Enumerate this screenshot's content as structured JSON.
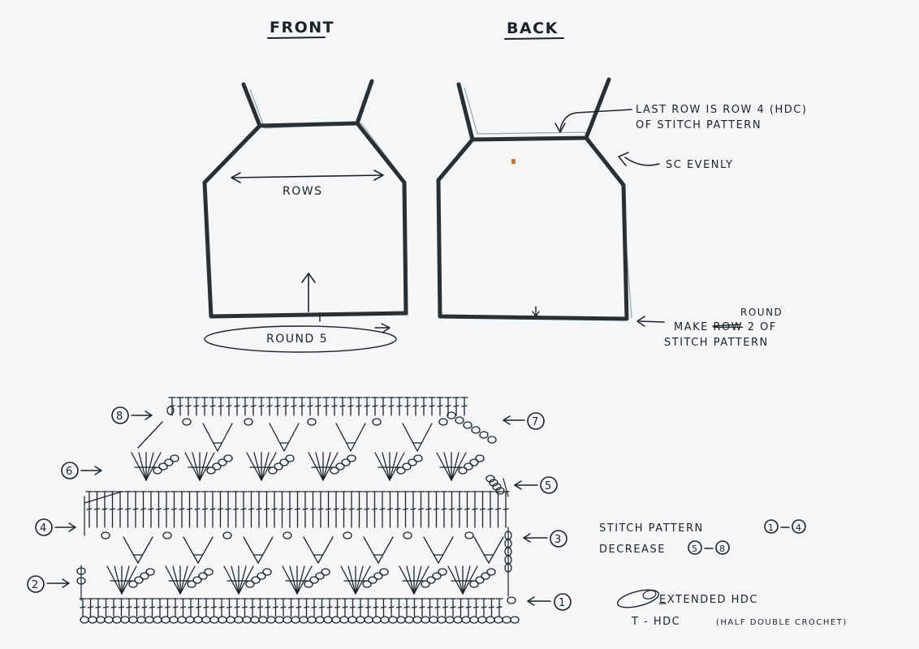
{
  "headings": {
    "front": "FRONT",
    "back": "BACK"
  },
  "front_labels": {
    "rows": "ROWS",
    "round": "ROUND 5"
  },
  "back_labels": {
    "last_row": "LAST ROW IS ROW 4 (HDC)",
    "last_row_2": "OF STITCH PATTERN",
    "sc_evenly": "SC EVENLY",
    "round_insert": "ROUND",
    "make_row_a": "MAKE ",
    "make_row_struck": "ROW",
    "make_row_b": " 2 OF",
    "make_row_2": "STITCH PATTERN"
  },
  "chart_rows": [
    {
      "number": "1",
      "side": "right"
    },
    {
      "number": "2",
      "side": "left"
    },
    {
      "number": "3",
      "side": "right"
    },
    {
      "number": "4",
      "side": "left"
    },
    {
      "number": "5",
      "side": "right"
    },
    {
      "number": "6",
      "side": "left"
    },
    {
      "number": "7",
      "side": "right"
    },
    {
      "number": "8",
      "side": "left"
    }
  ],
  "legend": {
    "stitch_pattern": "STITCH PATTERN",
    "stitch_pattern_a": "1",
    "stitch_pattern_b": "4",
    "decrease": "DECREASE",
    "decrease_a": "5",
    "decrease_b": "8",
    "extended_hdc": "EXTENDED HDC",
    "hdc": "T - HDC",
    "hdc_full": "(HALF DOUBLE CROCHET)"
  }
}
